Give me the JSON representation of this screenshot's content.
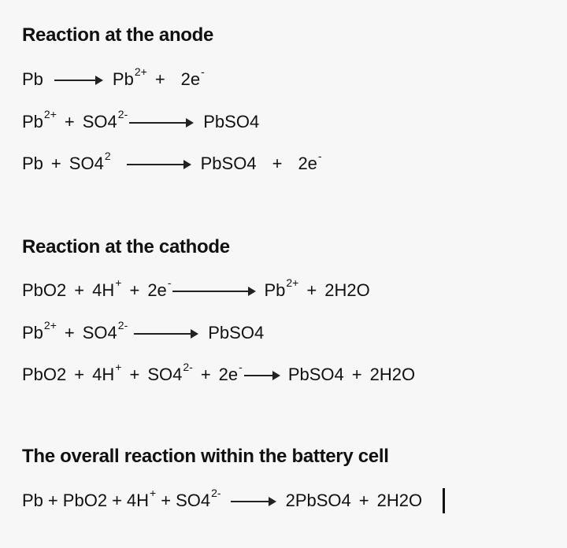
{
  "anode": {
    "title": "Reaction at the anode",
    "eq1": {
      "a": "Pb",
      "b": "Pb",
      "b_sup": "2+",
      "plus": "+",
      "c": "2e",
      "c_sup": "-"
    },
    "eq2": {
      "a": "Pb",
      "a_sup": "2+",
      "plus": "+",
      "b": "SO",
      "b_sub": "4",
      "b_sup": "2-",
      "c": "PbSO",
      "c_sub": "4"
    },
    "eq3": {
      "a": "Pb",
      "plus1": "+",
      "b": "SO",
      "b_sub": "4",
      "b_sup": "2",
      "c": "PbSO",
      "c_sub": "4",
      "plus2": "+",
      "d": "2e",
      "d_sup": "-"
    }
  },
  "cathode": {
    "title": "Reaction at the cathode",
    "eq1": {
      "a": "PbO",
      "a_sub": "2",
      "plus1": "+",
      "b": "4H",
      "b_sup": "+",
      "plus2": "+",
      "c": "2e",
      "c_sup": "-",
      "d": "Pb",
      "d_sup": "2+",
      "plus3": "+",
      "e": "2H",
      "e_sub": "2",
      "e_end": "O"
    },
    "eq2": {
      "a": "Pb",
      "a_sup": "2+",
      "plus": "+",
      "b": "SO",
      "b_sub": "4",
      "b_sup": "2-",
      "c": "PbSO",
      "c_sub": "4"
    },
    "eq3": {
      "a": "PbO",
      "a_sub": "2",
      "plus1": "+",
      "b": "4H",
      "b_sup": "+",
      "plus2": "+",
      "c": "SO",
      "c_sub": "4",
      "c_sup": "2-",
      "plus3": "+",
      "d": "2e",
      "d_sup": "-",
      "e": "PbSO",
      "e_sub": "4",
      "plus4": "+",
      "f": "2H",
      "f_sub": "2",
      "f_end": "O"
    }
  },
  "overall": {
    "title": "The overall reaction within the battery cell",
    "eq1": {
      "a": "Pb",
      "plus1": "+",
      "b": "PbO",
      "b_sub": "2",
      "plus2": "+",
      "c": "4H",
      "c_sup": "+",
      "plus3": "+",
      "d": "SO",
      "d_sub": "4",
      "d_sup": "2-",
      "e": "2PbSO",
      "e_sub": "4",
      "plus4": "+",
      "f": "2H",
      "f_sub": "2",
      "f_end": "O"
    }
  }
}
